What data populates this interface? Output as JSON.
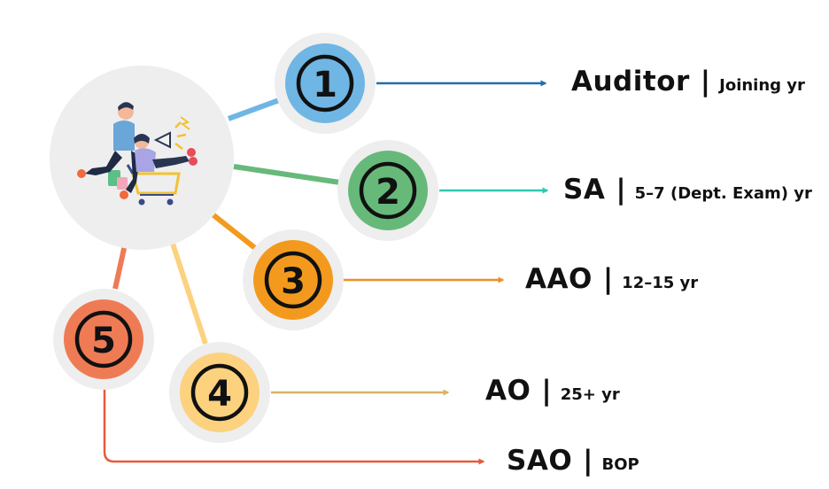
{
  "steps": [
    {
      "number": "1",
      "title": "Auditor",
      "separator": "|",
      "detail": "Joining yr",
      "color": "#6fb6e4",
      "line_color": "#1f6fae"
    },
    {
      "number": "2",
      "title": "SA",
      "separator": "|",
      "detail": "5–7 (Dept. Exam) yr",
      "color": "#67b97a",
      "line_color": "#2ec9b0"
    },
    {
      "number": "3",
      "title": "AAO",
      "separator": "|",
      "detail": "12–15 yr",
      "color": "#f39a1e",
      "line_color": "#ea8f2b"
    },
    {
      "number": "4",
      "title": "AO",
      "separator": "|",
      "detail": "25+ yr",
      "color": "#fcd27f",
      "line_color": "#d8b466"
    },
    {
      "number": "5",
      "title": "SAO",
      "separator": "|",
      "detail": "BOP",
      "color": "#ef7b55",
      "line_color": "#e85a3c"
    }
  ],
  "hub_illustration": "shopping-cart-people-illustration"
}
